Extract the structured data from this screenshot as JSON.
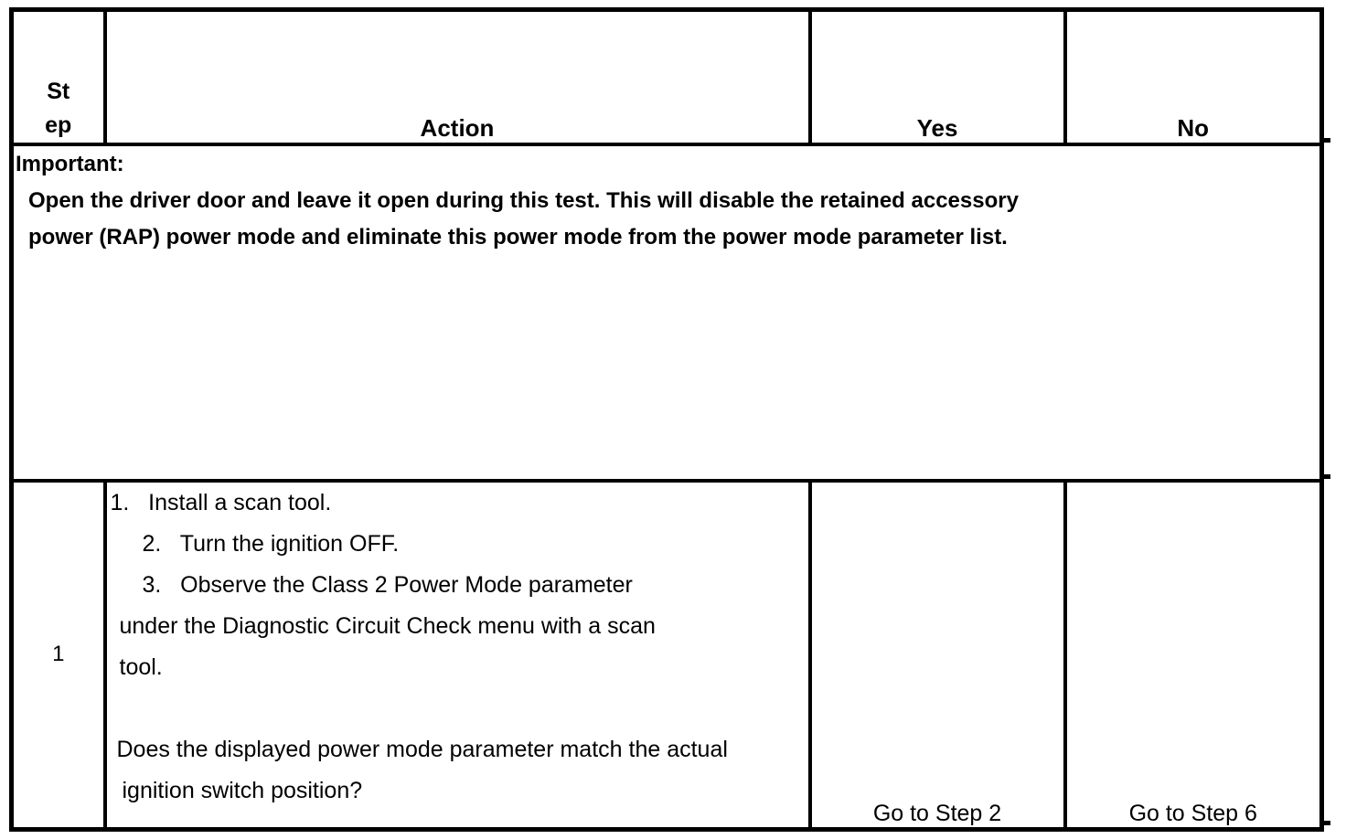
{
  "colors": {
    "text": "#000000",
    "border": "#000000",
    "background": "#ffffff"
  },
  "table": {
    "header": {
      "step_lines": [
        "St",
        "ep"
      ],
      "action": "Action",
      "yes": "Yes",
      "no": "No"
    },
    "important_row": {
      "label": "Important:",
      "lines": [
        "Open the driver door and leave it open during this test. This will disable the retained accessory",
        "power (RAP) power mode and eliminate this power mode from the power mode parameter list."
      ]
    },
    "steps": [
      {
        "step": "1",
        "action_lines": [
          "1.   Install a scan tool.",
          "2.   Turn the ignition OFF.",
          "3.   Observe the Class 2 Power Mode parameter",
          "under the Diagnostic Circuit Check menu with a scan",
          "tool.",
          "",
          "Does the displayed power mode parameter match the actual",
          "ignition switch position?"
        ],
        "yes": "Go to Step 2",
        "no": "Go to Step 6"
      }
    ]
  }
}
